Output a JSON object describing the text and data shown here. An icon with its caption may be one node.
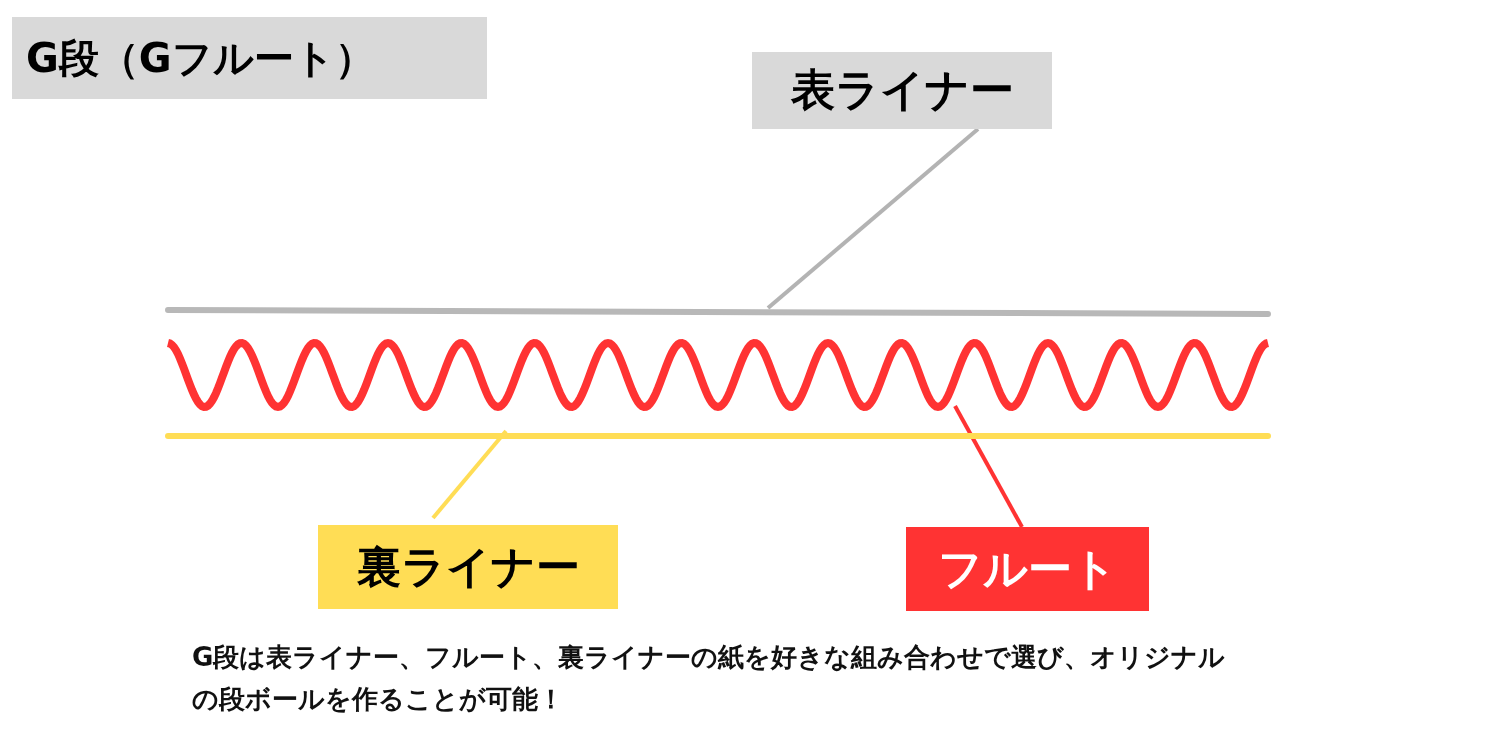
{
  "diagram": {
    "title": "G段（Gフルート）",
    "nodes": [
      {
        "text": [
          "表ライナー"
        ]
      },
      {
        "text": [],
        "shape": "bar"
      },
      {
        "text": [],
        "shape": "wave"
      },
      {
        "text": [],
        "shape": "bar"
      },
      {
        "text": [
          "裏ライナー"
        ]
      },
      {
        "text": [
          "フルート"
        ]
      }
    ],
    "edges": [
      {
        "from": 0,
        "to": 1,
        "arrow": "none",
        "color": "#b3b3b3"
      },
      {
        "from": 4,
        "to": 3,
        "arrow": "none",
        "color": "#ffdd55"
      },
      {
        "from": 5,
        "to": 2,
        "arrow": "none",
        "color": "#ff3333"
      }
    ],
    "caption": "G段は表ライナー、フルート、裏ライナーの紙を好きな組み合わせで選び、オリジナルの段ボールを作ることが可能！"
  }
}
